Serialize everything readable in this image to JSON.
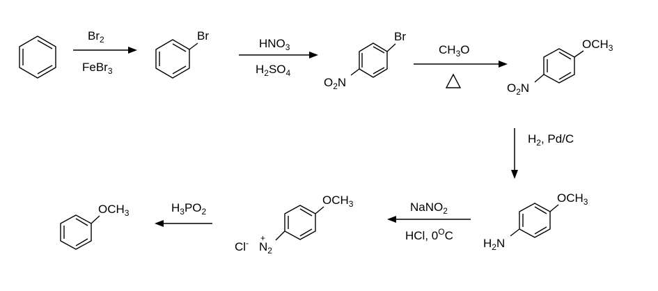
{
  "molecules": {
    "benzene": {},
    "bromobenzene": {
      "substituent": "Br"
    },
    "nitro_bromo": {
      "sub_top": "Br",
      "sub_bottom_main": "O",
      "sub_bottom_index": "2",
      "sub_bottom_tail": "N"
    },
    "nitro_anisole": {
      "sub_top": "OCH",
      "sub_top_index": "3",
      "sub_bottom_main": "O",
      "sub_bottom_index": "2",
      "sub_bottom_tail": "N"
    },
    "anisidine": {
      "sub_top": "OCH",
      "sub_top_index": "3",
      "sub_bottom_main": "H",
      "sub_bottom_index": "2",
      "sub_bottom_tail": "N"
    },
    "diazonium": {
      "sub_top": "OCH",
      "sub_top_index": "3",
      "counter_ion": "Cl",
      "counter_charge": "-",
      "cation_charge": "+",
      "cation_main": "N",
      "cation_index": "2"
    },
    "anisole": {
      "sub_top": "OCH",
      "sub_top_index": "3"
    }
  },
  "arrows": {
    "a1": {
      "top_main": "Br",
      "top_sub": "2",
      "bottom_main": "FeBr",
      "bottom_sub": "3"
    },
    "a2": {
      "top_main": "HNO",
      "top_sub": "3",
      "bottom_pre": "H",
      "bottom_pre_sub": "2",
      "bottom_main": "SO",
      "bottom_sub": "4"
    },
    "a3": {
      "top_main": "CH",
      "top_sub": "3",
      "top_tail": "O",
      "bottom_symbol": "triangle"
    },
    "a4": {
      "pre": "H",
      "pre_sub": "2",
      "tail": ", Pd/C"
    },
    "a5": {
      "top_main": "NaNO",
      "top_sub": "2",
      "bottom_main": "HCl, 0",
      "bottom_sup": "O",
      "bottom_tail": "C"
    },
    "a6": {
      "top_pre": "H",
      "top_pre_sub": "3",
      "top_main": "PO",
      "top_sub": "2"
    }
  }
}
